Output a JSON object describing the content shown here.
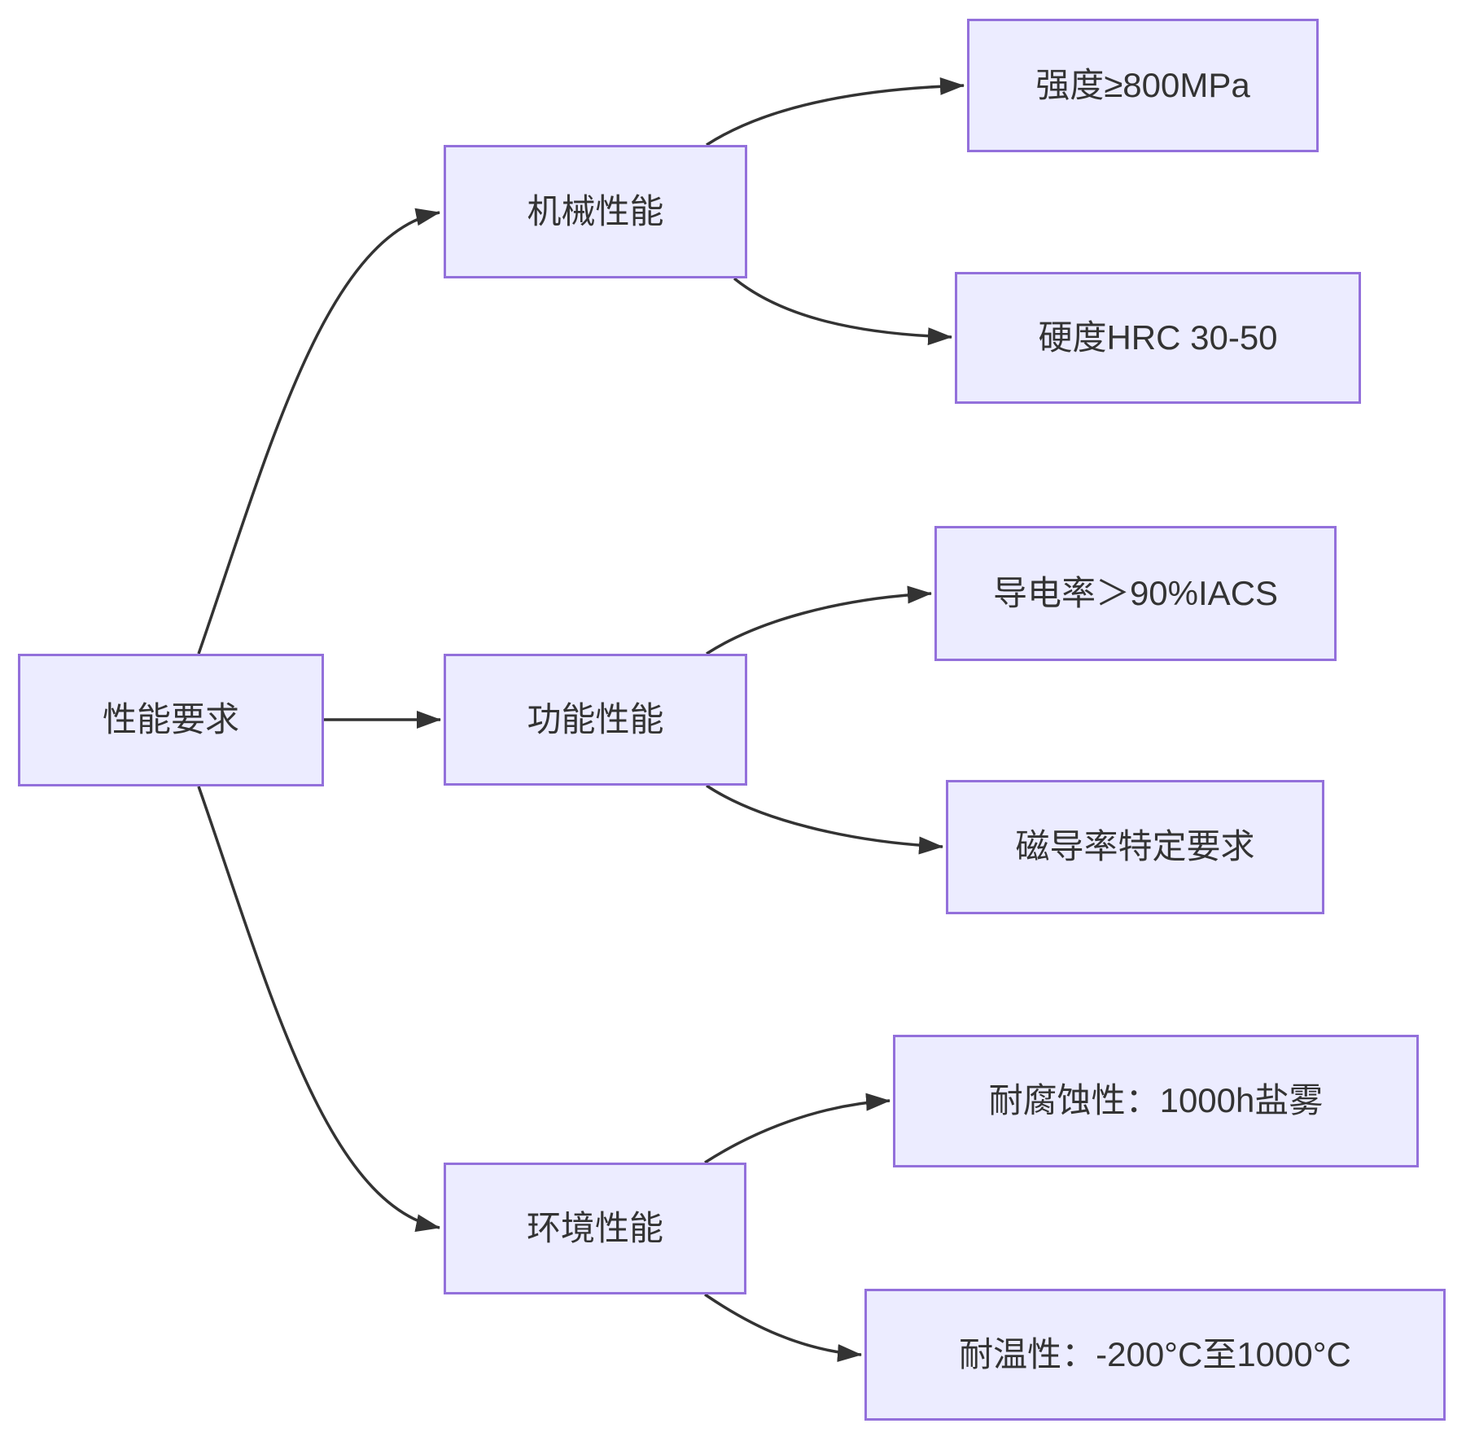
{
  "mindmap": {
    "root": {
      "id": "root",
      "label": "性能要求"
    },
    "branches": [
      {
        "id": "mechanical",
        "label": "机械性能",
        "children": [
          {
            "id": "strength",
            "label": "强度≥800MPa"
          },
          {
            "id": "hardness",
            "label": "硬度HRC 30-50"
          }
        ]
      },
      {
        "id": "functional",
        "label": "功能性能",
        "children": [
          {
            "id": "conductivity",
            "label": "导电率＞90%IACS"
          },
          {
            "id": "permeability",
            "label": "磁导率特定要求"
          }
        ]
      },
      {
        "id": "environmental",
        "label": "环境性能",
        "children": [
          {
            "id": "corrosion",
            "label": "耐腐蚀性：1000h盐雾"
          },
          {
            "id": "temperature",
            "label": "耐温性：-200°C至1000°C"
          }
        ]
      }
    ],
    "edges": [
      {
        "from": "root",
        "to": "mechanical"
      },
      {
        "from": "root",
        "to": "functional"
      },
      {
        "from": "root",
        "to": "environmental"
      },
      {
        "from": "mechanical",
        "to": "strength"
      },
      {
        "from": "mechanical",
        "to": "hardness"
      },
      {
        "from": "functional",
        "to": "conductivity"
      },
      {
        "from": "functional",
        "to": "permeability"
      },
      {
        "from": "environmental",
        "to": "corrosion"
      },
      {
        "from": "environmental",
        "to": "temperature"
      }
    ],
    "colors": {
      "node_fill": "#ECECFF",
      "node_border": "#9370DB",
      "edge_stroke": "#333333",
      "text": "#333333",
      "background": "#FFFFFF"
    }
  }
}
